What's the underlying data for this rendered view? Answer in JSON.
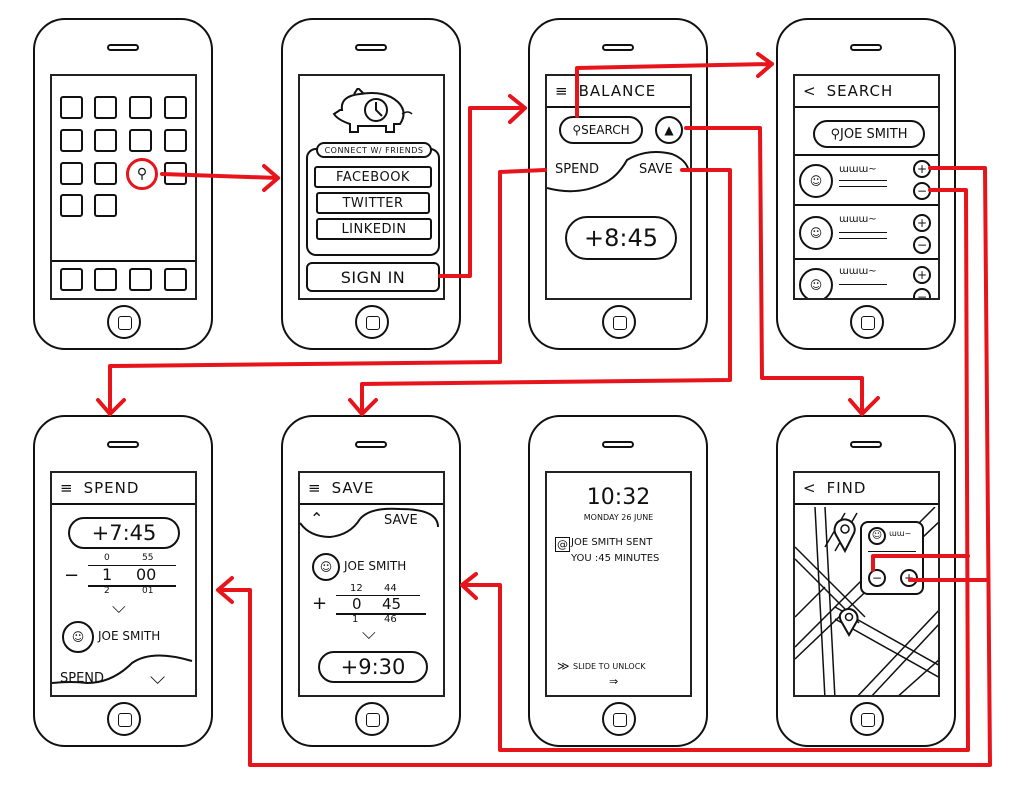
{
  "colors": {
    "ink": "#111111",
    "connector": "#e8141b"
  },
  "screens": {
    "home": {
      "icons": [
        "app-icon",
        "search-icon"
      ]
    },
    "login": {
      "logo": "piggy-bank-clock-logo",
      "connect_label": "CONNECT W/ FRIENDS",
      "facebook": "FACEBOOK",
      "twitter": "TWITTER",
      "linkedin": "LINKEDIN",
      "sign_in": "SIGN IN"
    },
    "balance": {
      "menu_icon": "≡",
      "title": "BALANCE",
      "search_label": "SEARCH",
      "compass_icon": "compass-icon",
      "spend_tab": "SPEND",
      "save_tab": "SAVE",
      "balance": "+8:45"
    },
    "search": {
      "back": "<",
      "title": "SEARCH",
      "query": "JOE SMITH",
      "results": [
        {
          "add": "+",
          "remove": "−"
        },
        {
          "add": "+",
          "remove": "−"
        },
        {
          "add": "+",
          "remove": "−"
        }
      ]
    },
    "spend": {
      "menu_icon": "≡",
      "title": "SPEND",
      "balance": "+7:45",
      "calc_top": [
        "0",
        "55"
      ],
      "operator": "−",
      "calc_mid": [
        "1",
        "00"
      ],
      "calc_result": [
        "2",
        "01"
      ],
      "contact": "JOE SMITH",
      "spend_tab": "SPEND"
    },
    "save": {
      "menu_icon": "≡",
      "title": "SAVE",
      "save_tab": "SAVE",
      "contact": "JOE SMITH",
      "calc_top": [
        "12",
        "44"
      ],
      "operator": "+",
      "calc_mid": [
        "0",
        "45"
      ],
      "calc_result": [
        "1",
        "46"
      ],
      "balance": "+9:30"
    },
    "lock": {
      "time": "10:32",
      "date": "MONDAY 26 JUNE",
      "notification_line1": "JOE SMITH SENT",
      "notification_line2": "YOU :45 MINUTES",
      "slide": "SLIDE TO UNLOCK"
    },
    "find": {
      "back": "<",
      "title": "FIND",
      "add": "+",
      "remove": "−"
    }
  }
}
